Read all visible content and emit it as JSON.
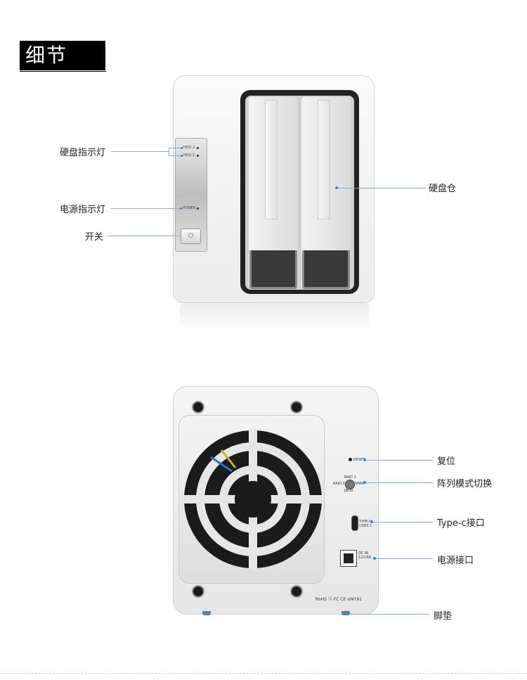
{
  "title": "细节",
  "front": {
    "callouts": {
      "disk_led": "硬盘指示灯",
      "power_led": "电源指示灯",
      "switch": "开关",
      "disk_bay": "硬盘仓"
    },
    "panel_labels": {
      "hdd2": "HDD 2",
      "hdd1": "HDD 1",
      "power": "POWER"
    }
  },
  "back": {
    "callouts": {
      "reset": "复位",
      "raid_mode": "阵列模式切换",
      "typec": "Type-c接口",
      "power_port": "电源接口",
      "foot_pad": "脚垫"
    },
    "panel_labels": {
      "reset": "RESET",
      "raid1": "RAID 1",
      "raid0": "RAID 0",
      "span": "SPAN",
      "jbod": "JBOD",
      "typec_top": "TYPE-C",
      "typec_bottom": "USB3.1",
      "dc_in": "DC IN",
      "dc_volt": "12V/4A",
      "regulatory": "RoHS ⓧ FC CE ⊘N791"
    }
  },
  "colors": {
    "accent_line": "#8aa9c8",
    "point": "#3a86d0",
    "title_bg": "#000000"
  }
}
